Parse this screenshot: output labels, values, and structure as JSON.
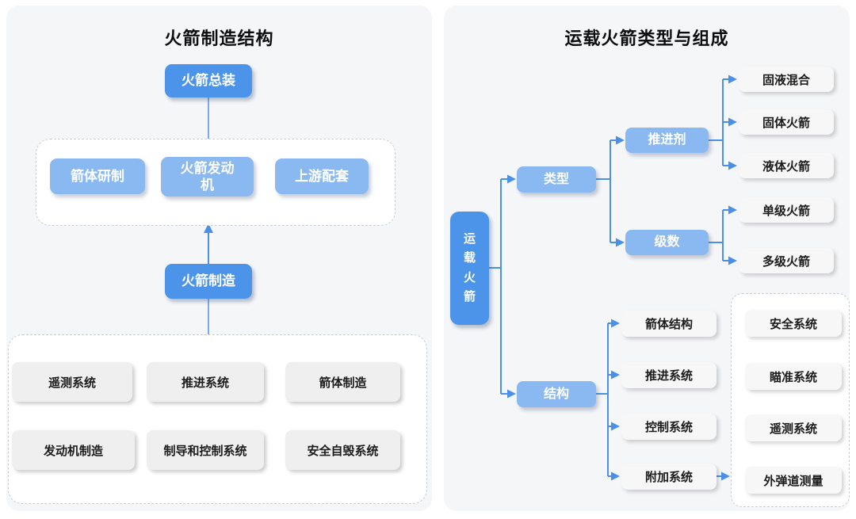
{
  "colors": {
    "primary_blue": "#4c94e9",
    "light_blue": "#8ab9f1",
    "line_blue": "#4a90e8",
    "panel_bg": "#f5f6f8",
    "leaf_gray": "#efefef",
    "leaf_white": "#f7f7f7"
  },
  "left_panel": {
    "title": "火箭制造结构",
    "assembly_node": "火箭总装",
    "dev_nodes": [
      "箭体研制",
      "火箭发动机",
      "上游配套"
    ],
    "manufacture_node": "火箭制造",
    "factory_row1": [
      "遥测系统",
      "推进系统",
      "箭体制造"
    ],
    "factory_row2": [
      "发动机制造",
      "制导和控制系统",
      "安全自毁系统"
    ]
  },
  "right_panel": {
    "title": "运载火箭类型与组成",
    "root_node": "运载火箭",
    "type_node": "类型",
    "propellant_node": "推进剂",
    "propellant_leaves": [
      "固液混合",
      "固体火箭",
      "液体火箭"
    ],
    "stages_node": "级数",
    "stages_leaves": [
      "单级火箭",
      "多级火箭"
    ],
    "structure_node": "结构",
    "structure_leaves": [
      "箭体结构",
      "推进系统",
      "控制系统",
      "附加系统"
    ],
    "aux_leaves": [
      "安全系统",
      "瞄准系统",
      "遥测系统",
      "外弹道测量"
    ]
  }
}
